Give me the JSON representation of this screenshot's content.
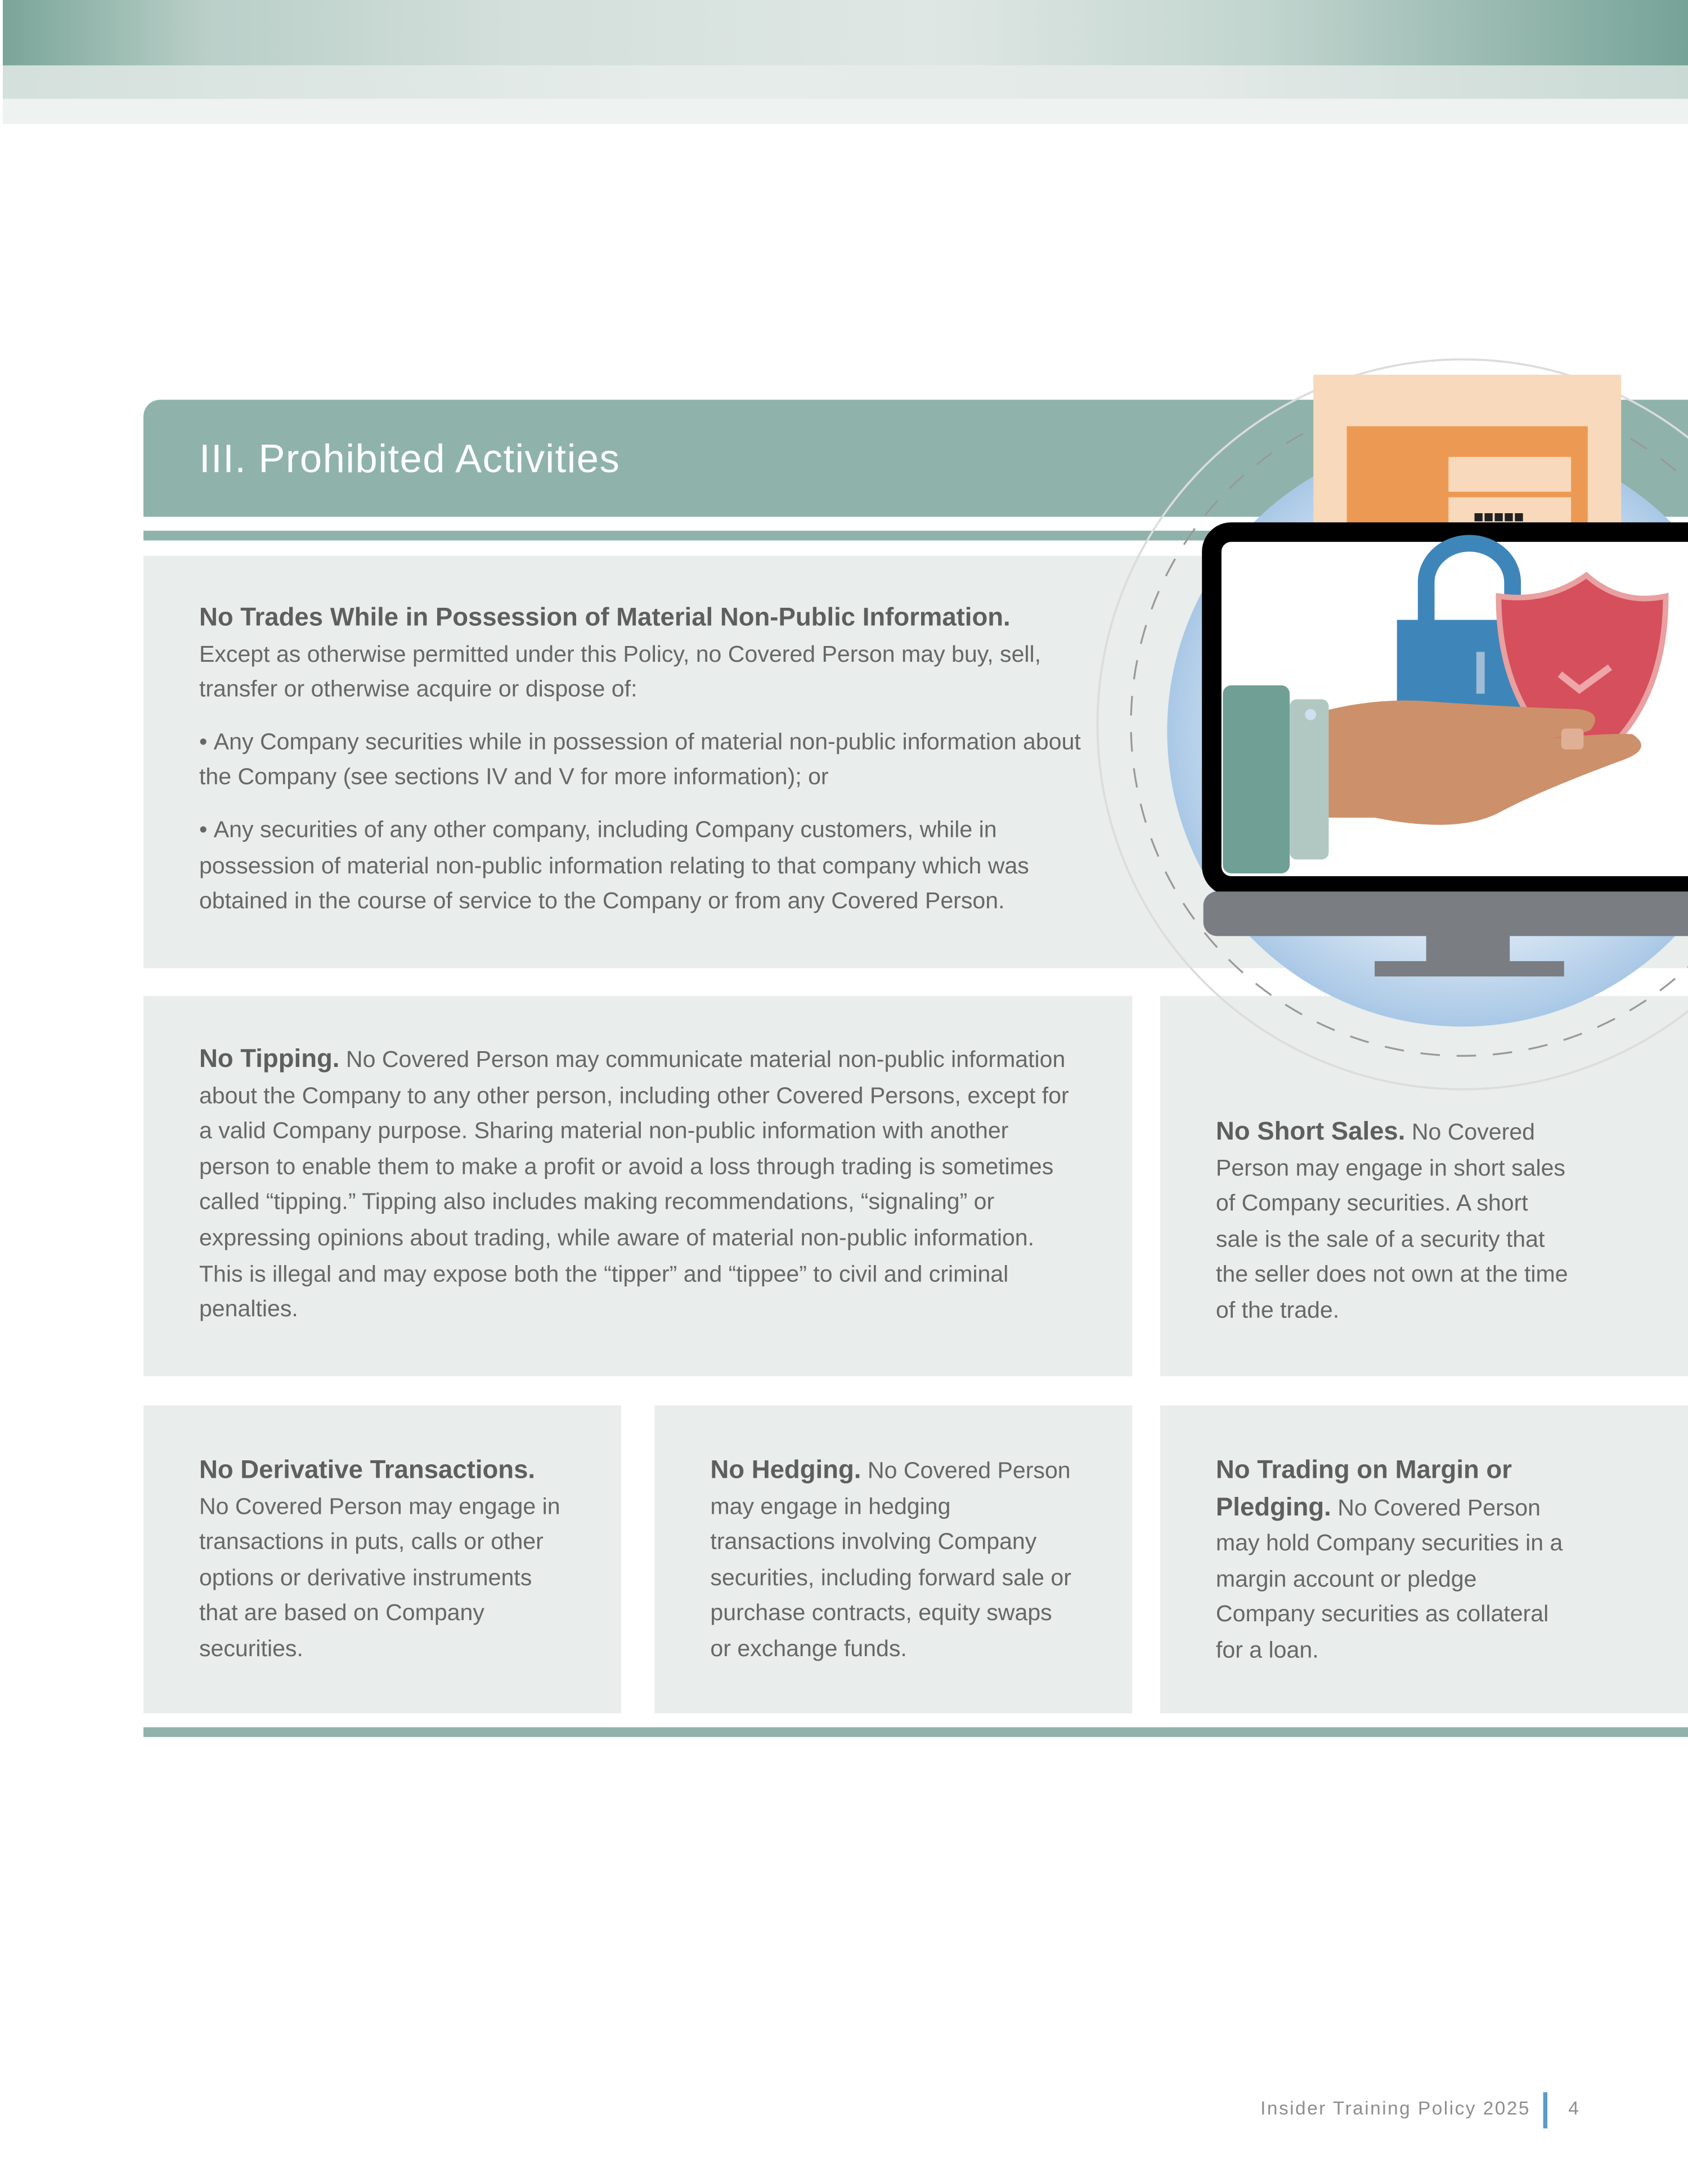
{
  "section_title": "III. Prohibited Activities",
  "mnpi": {
    "heading": "No Trades While in Possession of Material Non-Public Information.",
    "intro": "Except as otherwise permitted under this Policy, no Covered Person may buy, sell, transfer or otherwise acquire or dispose of:",
    "bullets": [
      "Any Company securities while in possession of material non-public information about the Company (see sections IV and V for more information); or",
      "Any securities of any other company, including Company customers, while in possession of material non-public information relating to that company which was obtained in the course of service to the Company or from any Covered Person."
    ]
  },
  "tipping": {
    "heading": "No Tipping.",
    "body": "No Covered Person may communicate material non-public information about the Company to any other person, including other Covered Persons, except for a valid Company purpose. Sharing material non-public information with another person to enable them to make a profit or avoid a loss through trading is sometimes called “tipping.” Tipping also includes making recommendations, “signaling” or expressing opinions about trading, while aware of material non-public information. This is illegal and may expose both the “tipper” and “tippee” to civil and criminal penalties."
  },
  "short_sales": {
    "heading": "No Short Sales.",
    "body": "No Covered Person may engage in short sales of Company securities. A short sale is the sale of a security that the seller does not own at the time of the trade."
  },
  "derivatives": {
    "heading": "No Derivative Transactions.",
    "body": "No Covered Person may engage in transactions in puts, calls or other options or derivative instruments that are based on Company securities."
  },
  "hedging": {
    "heading": "No Hedging.",
    "body": "No Covered Person may engage in hedging transactions involving Company securities, including forward sale or purchase contracts, equity swaps or exchange funds."
  },
  "margin": {
    "heading": "No Trading on Margin or Pledging.",
    "body": "No Covered Person may hold Company securities in a margin account or pledge Company securities as collateral for a loan."
  },
  "footer": {
    "title": "Insider Training Policy 2025",
    "page_number": "4"
  },
  "colors": {
    "accent": "#8fb3aa",
    "panel": "#e9edeb",
    "page_bar": "#5b9bc9"
  }
}
